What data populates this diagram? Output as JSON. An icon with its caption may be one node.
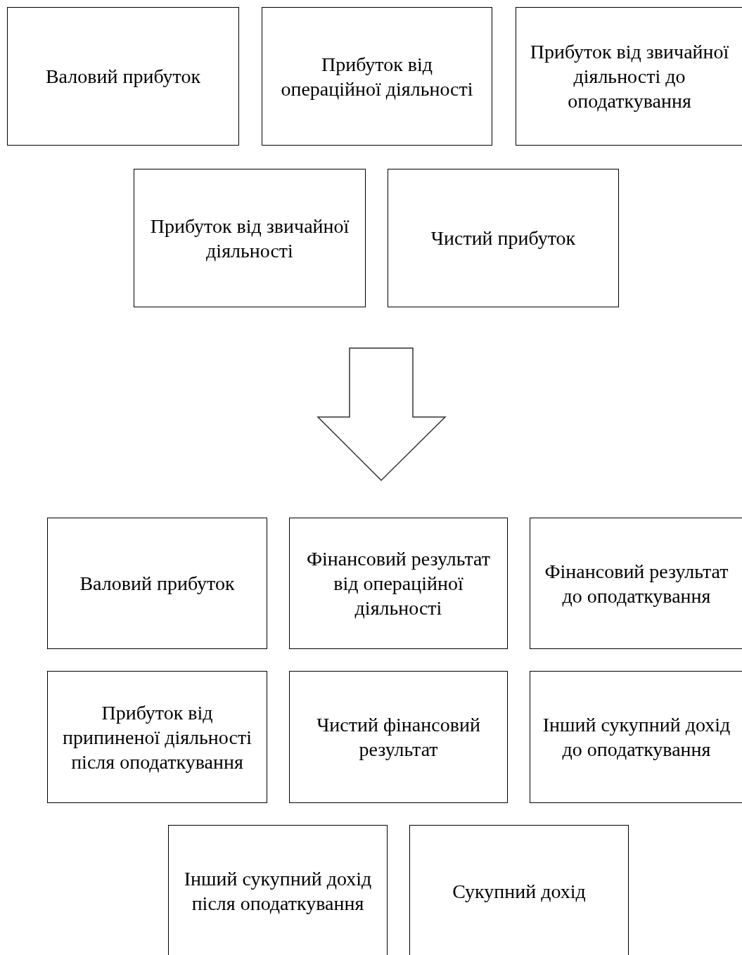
{
  "diagram": {
    "nodes": [
      {
        "text": [
          "Валовий прибуток"
        ]
      },
      {
        "text": [
          "Прибуток від операційної діяльності"
        ]
      },
      {
        "text": [
          "Прибуток від звичайної діяльності до оподаткування"
        ]
      },
      {
        "text": [
          "Прибуток від звичайної діяльності"
        ]
      },
      {
        "text": [
          "Чистий прибуток"
        ]
      },
      {
        "text": [
          "Валовий прибуток"
        ]
      },
      {
        "text": [
          "Фінансовий результат від операційної діяльності"
        ]
      },
      {
        "text": [
          "Фінансовий результат до оподаткування"
        ]
      },
      {
        "text": [
          "Прибуток від припиненої діяльності після оподаткування"
        ]
      },
      {
        "text": [
          "Чистий фінансовий результат"
        ]
      },
      {
        "text": [
          "Інший сукупний дохід до оподаткування"
        ]
      },
      {
        "text": [
          "Інший сукупний дохід після оподаткування"
        ]
      },
      {
        "text": [
          "Сукупний дохід"
        ]
      }
    ]
  }
}
